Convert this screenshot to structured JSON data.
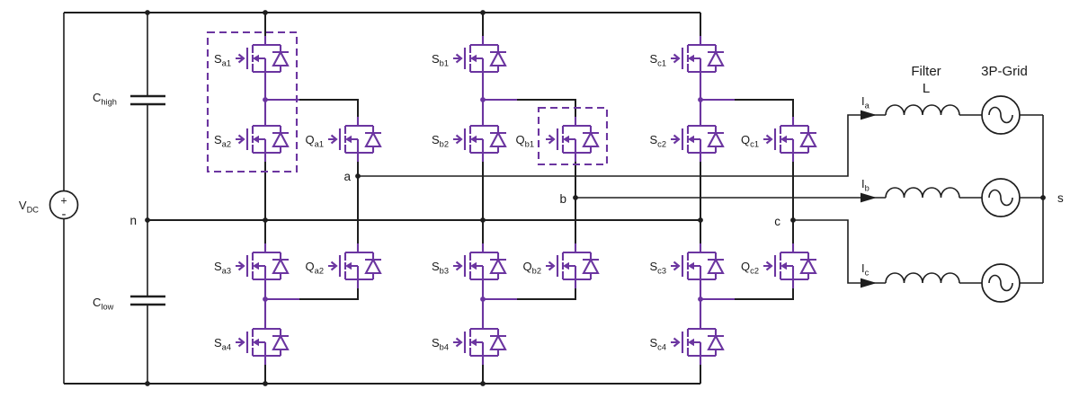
{
  "colors": {
    "device_purple": "#6B35A0",
    "wire_black": "#1E1E1E",
    "text": "#1A1A1A",
    "background": "#FFFFFF"
  },
  "dc_source": {
    "label": {
      "main": "V",
      "sub": "DC"
    },
    "plus": "+",
    "minus": "-"
  },
  "capacitors": {
    "high": {
      "main": "C",
      "sub": "high"
    },
    "low": {
      "main": "C",
      "sub": "low"
    }
  },
  "nodes": {
    "neutral": "n",
    "phase_a": "a",
    "phase_b": "b",
    "phase_c": "c",
    "star": "s"
  },
  "switches": [
    {
      "main": "S",
      "sub": "a1"
    },
    {
      "main": "S",
      "sub": "a2"
    },
    {
      "main": "S",
      "sub": "a3"
    },
    {
      "main": "S",
      "sub": "a4"
    },
    {
      "main": "Q",
      "sub": "a1"
    },
    {
      "main": "Q",
      "sub": "a2"
    },
    {
      "main": "S",
      "sub": "b1"
    },
    {
      "main": "S",
      "sub": "b2"
    },
    {
      "main": "S",
      "sub": "b3"
    },
    {
      "main": "S",
      "sub": "b4"
    },
    {
      "main": "Q",
      "sub": "b1"
    },
    {
      "main": "Q",
      "sub": "b2"
    },
    {
      "main": "S",
      "sub": "c1"
    },
    {
      "main": "S",
      "sub": "c2"
    },
    {
      "main": "S",
      "sub": "c3"
    },
    {
      "main": "S",
      "sub": "c4"
    },
    {
      "main": "Q",
      "sub": "c1"
    },
    {
      "main": "Q",
      "sub": "c2"
    }
  ],
  "currents": {
    "ia": {
      "main": "I",
      "sub": "a"
    },
    "ib": {
      "main": "I",
      "sub": "b"
    },
    "ic": {
      "main": "I",
      "sub": "c"
    }
  },
  "filter": {
    "line1": "Filter",
    "line2": "L"
  },
  "grid": {
    "label": "3P-Grid"
  }
}
